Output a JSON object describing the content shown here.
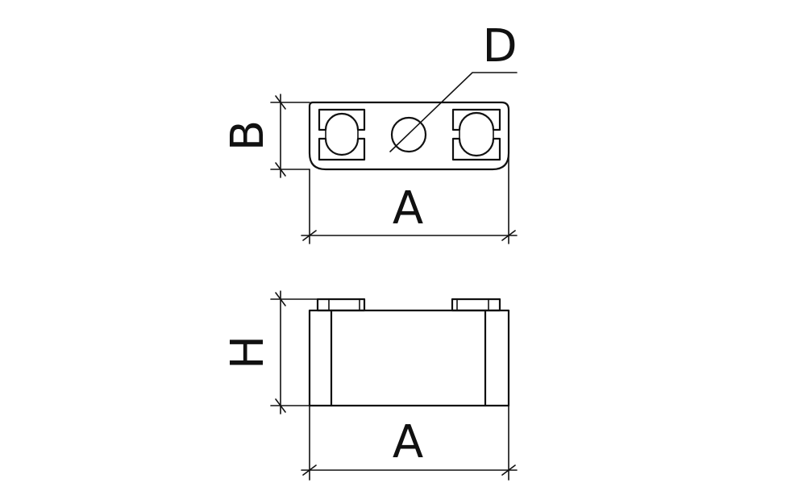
{
  "colors": {
    "line": "#111111",
    "background": "#ffffff"
  },
  "top_view": {
    "dim_width_label": "A",
    "dim_depth_label": "B",
    "hole_label": "D"
  },
  "front_view": {
    "dim_width_label": "A",
    "dim_height_label": "H"
  }
}
